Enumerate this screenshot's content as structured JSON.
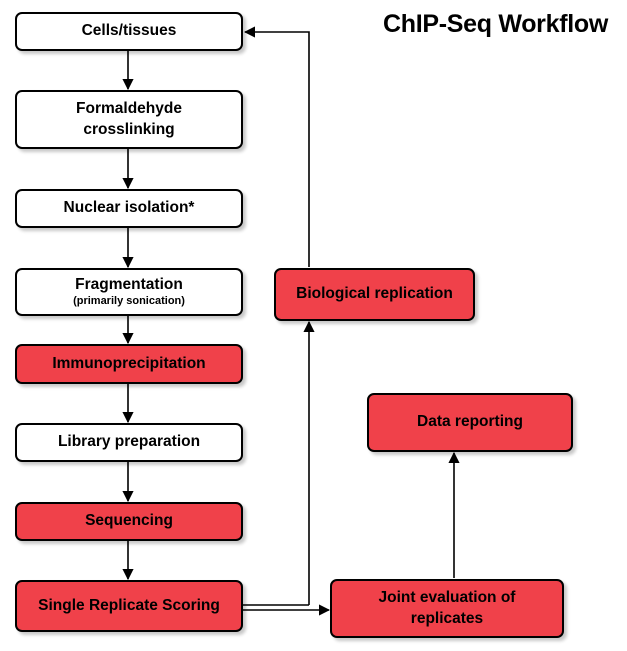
{
  "title": "ChIP-Seq Workflow",
  "colors": {
    "highlight": "#f0414a",
    "plain": "#ffffff",
    "stroke": "#000000"
  },
  "steps": {
    "cells": "Cells/tissues",
    "crosslinking": [
      "Formaldehyde",
      "crosslinking"
    ],
    "nuclear": "Nuclear isolation*",
    "fragmentation": "Fragmentation",
    "fragmentation_note": "(primarily sonication)",
    "immuno": "Immunoprecipitation",
    "library": "Library preparation",
    "sequencing": "Sequencing",
    "scoring": "Single Replicate Scoring",
    "bio_rep": "Biological replication",
    "joint": [
      "Joint evaluation of",
      "replicates"
    ],
    "reporting": "Data reporting"
  }
}
